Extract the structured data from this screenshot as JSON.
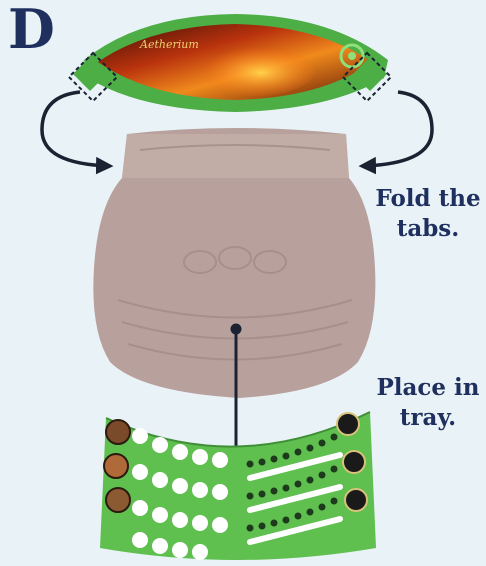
{
  "step": {
    "letter": "D"
  },
  "instructions": {
    "fold": "Fold the\ntabs.",
    "place": "Place in\ntray."
  },
  "banner": {
    "logo_text": "Aetherium"
  },
  "colors": {
    "text": "#1f2f5e",
    "tray": "#b8a19c",
    "green": "#5fbf4f",
    "arrow": "#1b2333",
    "background": "#e9f3f7"
  },
  "icons": [
    "fold-arrow-left-icon",
    "fold-arrow-right-icon",
    "dashed-tab-left-icon",
    "dashed-tab-right-icon",
    "pointer-line-icon"
  ]
}
